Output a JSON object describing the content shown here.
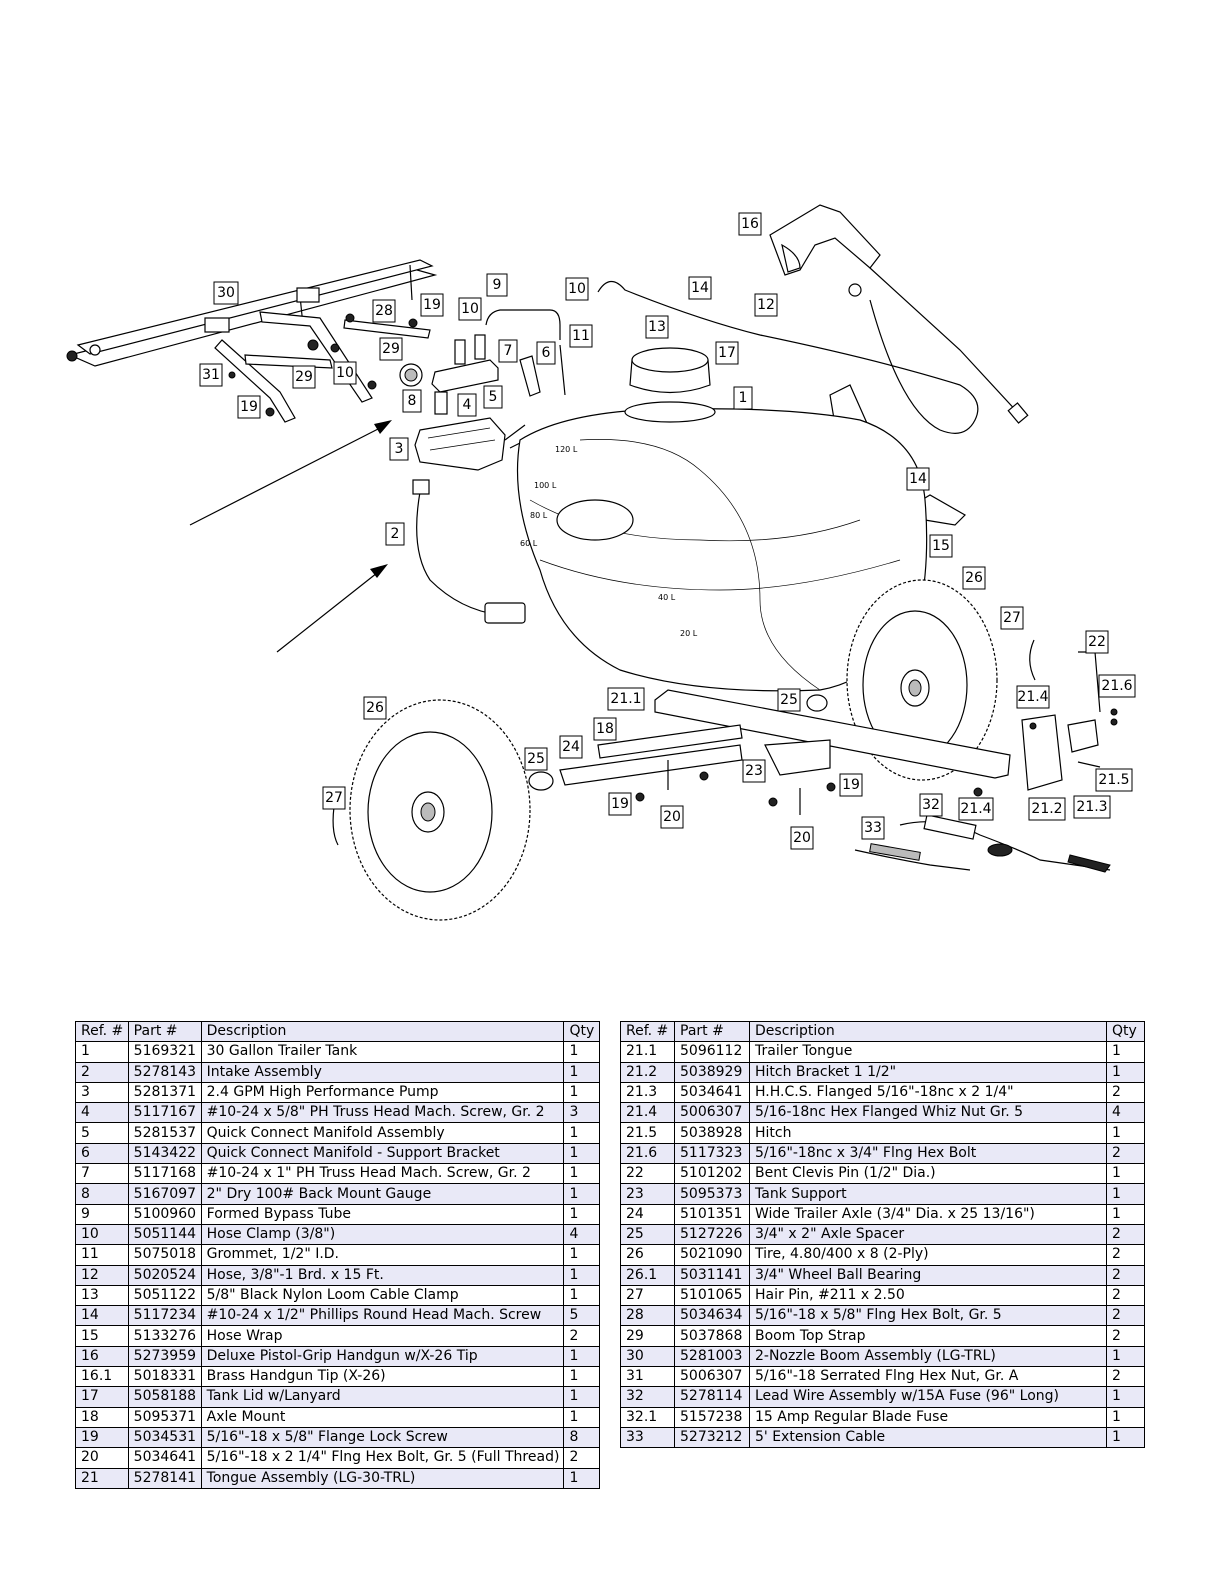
{
  "headers": {
    "ref": "Ref. #",
    "part": "Part #",
    "desc": "Description",
    "qty": "Qty"
  },
  "callouts": [
    "16",
    "14",
    "10",
    "9",
    "10",
    "12",
    "30",
    "28",
    "19",
    "11",
    "13",
    "17",
    "7",
    "6",
    "29",
    "31",
    "29",
    "10",
    "8",
    "5",
    "19",
    "4",
    "1",
    "3",
    "2",
    "14",
    "15",
    "26",
    "27",
    "22",
    "21.4",
    "21.6",
    "21.1",
    "25",
    "26",
    "18",
    "24",
    "25",
    "23",
    "19",
    "21.5",
    "27",
    "19",
    "20",
    "32",
    "21.4",
    "21.2",
    "21.3",
    "33",
    "20"
  ],
  "parts_left": [
    {
      "ref": "1",
      "part": "5169321",
      "desc": "30 Gallon Trailer Tank",
      "qty": "1"
    },
    {
      "ref": "2",
      "part": "5278143",
      "desc": "Intake Assembly",
      "qty": "1"
    },
    {
      "ref": "3",
      "part": "5281371",
      "desc": "2.4 GPM High Performance Pump",
      "qty": "1"
    },
    {
      "ref": "4",
      "part": "5117167",
      "desc": "#10-24 x 5/8\" PH Truss Head Mach. Screw, Gr. 2",
      "qty": "3"
    },
    {
      "ref": "5",
      "part": "5281537",
      "desc": "Quick Connect Manifold Assembly",
      "qty": "1"
    },
    {
      "ref": "6",
      "part": "5143422",
      "desc": "Quick Connect Manifold - Support Bracket",
      "qty": "1"
    },
    {
      "ref": "7",
      "part": "5117168",
      "desc": "#10-24 x 1\" PH Truss Head Mach. Screw, Gr. 2",
      "qty": "1"
    },
    {
      "ref": "8",
      "part": "5167097",
      "desc": "2\" Dry 100# Back Mount Gauge",
      "qty": "1"
    },
    {
      "ref": "9",
      "part": "5100960",
      "desc": "Formed Bypass Tube",
      "qty": "1"
    },
    {
      "ref": "10",
      "part": "5051144",
      "desc": "Hose Clamp (3/8\")",
      "qty": "4"
    },
    {
      "ref": "11",
      "part": "5075018",
      "desc": "Grommet, 1/2\" I.D.",
      "qty": "1"
    },
    {
      "ref": "12",
      "part": "5020524",
      "desc": "Hose, 3/8\"-1 Brd. x 15 Ft.",
      "qty": "1"
    },
    {
      "ref": "13",
      "part": "5051122",
      "desc": "5/8\" Black Nylon Loom Cable Clamp",
      "qty": "1"
    },
    {
      "ref": "14",
      "part": "5117234",
      "desc": "#10-24 x 1/2\" Phillips Round Head Mach. Screw",
      "qty": "5"
    },
    {
      "ref": "15",
      "part": "5133276",
      "desc": "Hose Wrap",
      "qty": "2"
    },
    {
      "ref": "16",
      "part": "5273959",
      "desc": "Deluxe Pistol-Grip Handgun w/X-26 Tip",
      "qty": "1"
    },
    {
      "ref": "16.1",
      "part": "5018331",
      "desc": "Brass Handgun Tip (X-26)",
      "qty": "1"
    },
    {
      "ref": "17",
      "part": "5058188",
      "desc": "Tank Lid w/Lanyard",
      "qty": "1"
    },
    {
      "ref": "18",
      "part": "5095371",
      "desc": "Axle Mount",
      "qty": "1"
    },
    {
      "ref": "19",
      "part": "5034531",
      "desc": "5/16\"-18 x 5/8\" Flange Lock Screw",
      "qty": "8"
    },
    {
      "ref": "20",
      "part": "5034641",
      "desc": "5/16\"-18 x 2 1/4\" Flng Hex Bolt, Gr. 5 (Full Thread)",
      "qty": "2"
    },
    {
      "ref": "21",
      "part": "5278141",
      "desc": "Tongue Assembly (LG-30-TRL)",
      "qty": "1"
    }
  ],
  "parts_right": [
    {
      "ref": "21.1",
      "part": "5096112",
      "desc": "Trailer Tongue",
      "qty": "1"
    },
    {
      "ref": "21.2",
      "part": "5038929",
      "desc": "Hitch Bracket 1 1/2\"",
      "qty": "1"
    },
    {
      "ref": "21.3",
      "part": "5034641",
      "desc": "H.H.C.S. Flanged 5/16\"-18nc x 2 1/4\"",
      "qty": "2"
    },
    {
      "ref": "21.4",
      "part": "5006307",
      "desc": "5/16-18nc Hex Flanged Whiz Nut Gr. 5",
      "qty": "4"
    },
    {
      "ref": "21.5",
      "part": "5038928",
      "desc": "Hitch",
      "qty": "1"
    },
    {
      "ref": "21.6",
      "part": "5117323",
      "desc": "5/16\"-18nc x 3/4\" Flng Hex Bolt",
      "qty": "2"
    },
    {
      "ref": "22",
      "part": "5101202",
      "desc": "Bent Clevis Pin (1/2\" Dia.)",
      "qty": "1"
    },
    {
      "ref": "23",
      "part": "5095373",
      "desc": "Tank Support",
      "qty": "1"
    },
    {
      "ref": "24",
      "part": "5101351",
      "desc": "Wide Trailer Axle (3/4\" Dia. x 25 13/16\")",
      "qty": "1"
    },
    {
      "ref": "25",
      "part": "5127226",
      "desc": "3/4\" x 2\" Axle Spacer",
      "qty": "2"
    },
    {
      "ref": "26",
      "part": "5021090",
      "desc": "Tire, 4.80/400 x 8 (2-Ply)",
      "qty": "2"
    },
    {
      "ref": "26.1",
      "part": "5031141",
      "desc": "3/4\" Wheel Ball Bearing",
      "qty": "2"
    },
    {
      "ref": "27",
      "part": "5101065",
      "desc": "Hair Pin, #211 x 2.50",
      "qty": "2"
    },
    {
      "ref": "28",
      "part": "5034634",
      "desc": "5/16\"-18 x 5/8\" Flng Hex Bolt, Gr. 5",
      "qty": "2"
    },
    {
      "ref": "29",
      "part": "5037868",
      "desc": "Boom Top Strap",
      "qty": "2"
    },
    {
      "ref": "30",
      "part": "5281003",
      "desc": "2-Nozzle Boom Assembly (LG-TRL)",
      "qty": "1"
    },
    {
      "ref": "31",
      "part": "5006307",
      "desc": "5/16\"-18 Serrated Flng Hex Nut, Gr. A",
      "qty": "2"
    },
    {
      "ref": "32",
      "part": "5278114",
      "desc": "Lead Wire Assembly w/15A Fuse (96\" Long)",
      "qty": "1"
    },
    {
      "ref": "32.1",
      "part": "5157238",
      "desc": "15 Amp Regular Blade Fuse",
      "qty": "1"
    },
    {
      "ref": "33",
      "part": "5273212",
      "desc": "5' Extension Cable",
      "qty": "1"
    }
  ],
  "tank_marks": [
    "120 L",
    "100 L",
    "80 L",
    "60 L",
    "40 L",
    "20 L"
  ]
}
